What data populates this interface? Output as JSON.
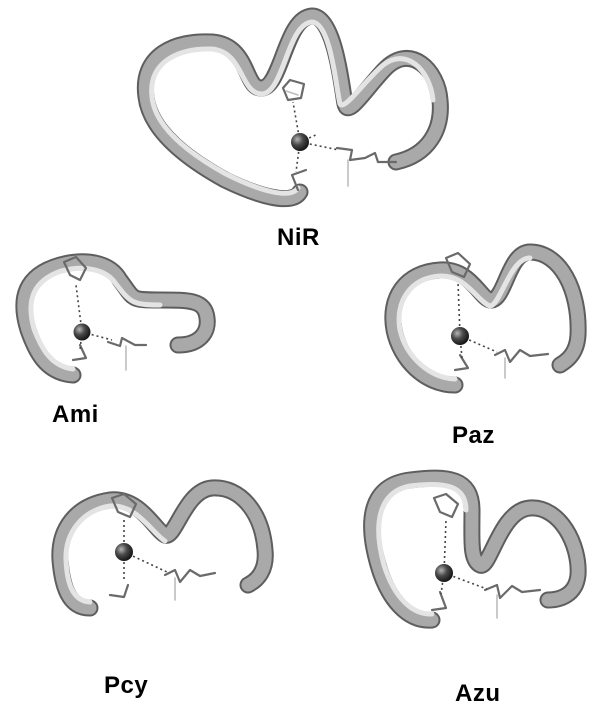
{
  "panels": [
    {
      "key": "nir",
      "label": "NiR"
    },
    {
      "key": "ami",
      "label": "Ami"
    },
    {
      "key": "paz",
      "label": "Paz"
    },
    {
      "key": "pcy",
      "label": "Pcy"
    },
    {
      "key": "azu",
      "label": "Azu"
    }
  ],
  "style": {
    "tube_color": "#a9a9a9",
    "tube_shadow": "#5e5e5e",
    "metal_color": "#3a3a3a",
    "background": "#ffffff"
  }
}
